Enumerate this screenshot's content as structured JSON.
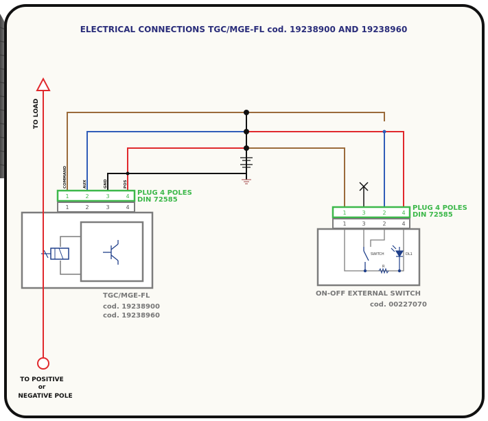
{
  "title": "ELECTRICAL CONNECTIONS TGC/MGE-FL cod. 19238900 AND 19238960",
  "load_label": "TO LOAD",
  "positive": {
    "line1": "TO POSITIVE",
    "line2": "or",
    "line3": "NEGATIVE POLE"
  },
  "left_plug": {
    "label_line1": "PLUG 4 POLES",
    "label_line2": "DIN 72585",
    "pins": [
      "1",
      "2",
      "3",
      "4"
    ],
    "socket_pins": [
      "1",
      "2",
      "3",
      "4"
    ],
    "wire_labels": [
      "COMMAND",
      "AUX",
      "GND",
      "POS"
    ]
  },
  "right_plug": {
    "label_line1": "PLUG 4 POLES",
    "label_line2": "DIN 72585",
    "pins": [
      "1",
      "3",
      "2",
      "4"
    ],
    "socket_pins": [
      "1",
      "3",
      "2",
      "4"
    ]
  },
  "device": {
    "name": "TGC/MGE-FL",
    "code1": "cod. 19238900",
    "code2": "cod. 19238960"
  },
  "switch_unit": {
    "name": "ON-OFF EXTERNAL SWITCH",
    "code": "cod. 00227070",
    "switch_label": "SWITCH",
    "resistor_label": "R",
    "led_label": "DL1"
  },
  "colors": {
    "brown": "#9a6a3a",
    "blue": "#2f5cb8",
    "red": "#e0282c",
    "black": "#111111",
    "green": "#3cb84a",
    "gray": "#7c7c7c",
    "title": "#2a2d7a",
    "panel": "#fbfaf5"
  }
}
